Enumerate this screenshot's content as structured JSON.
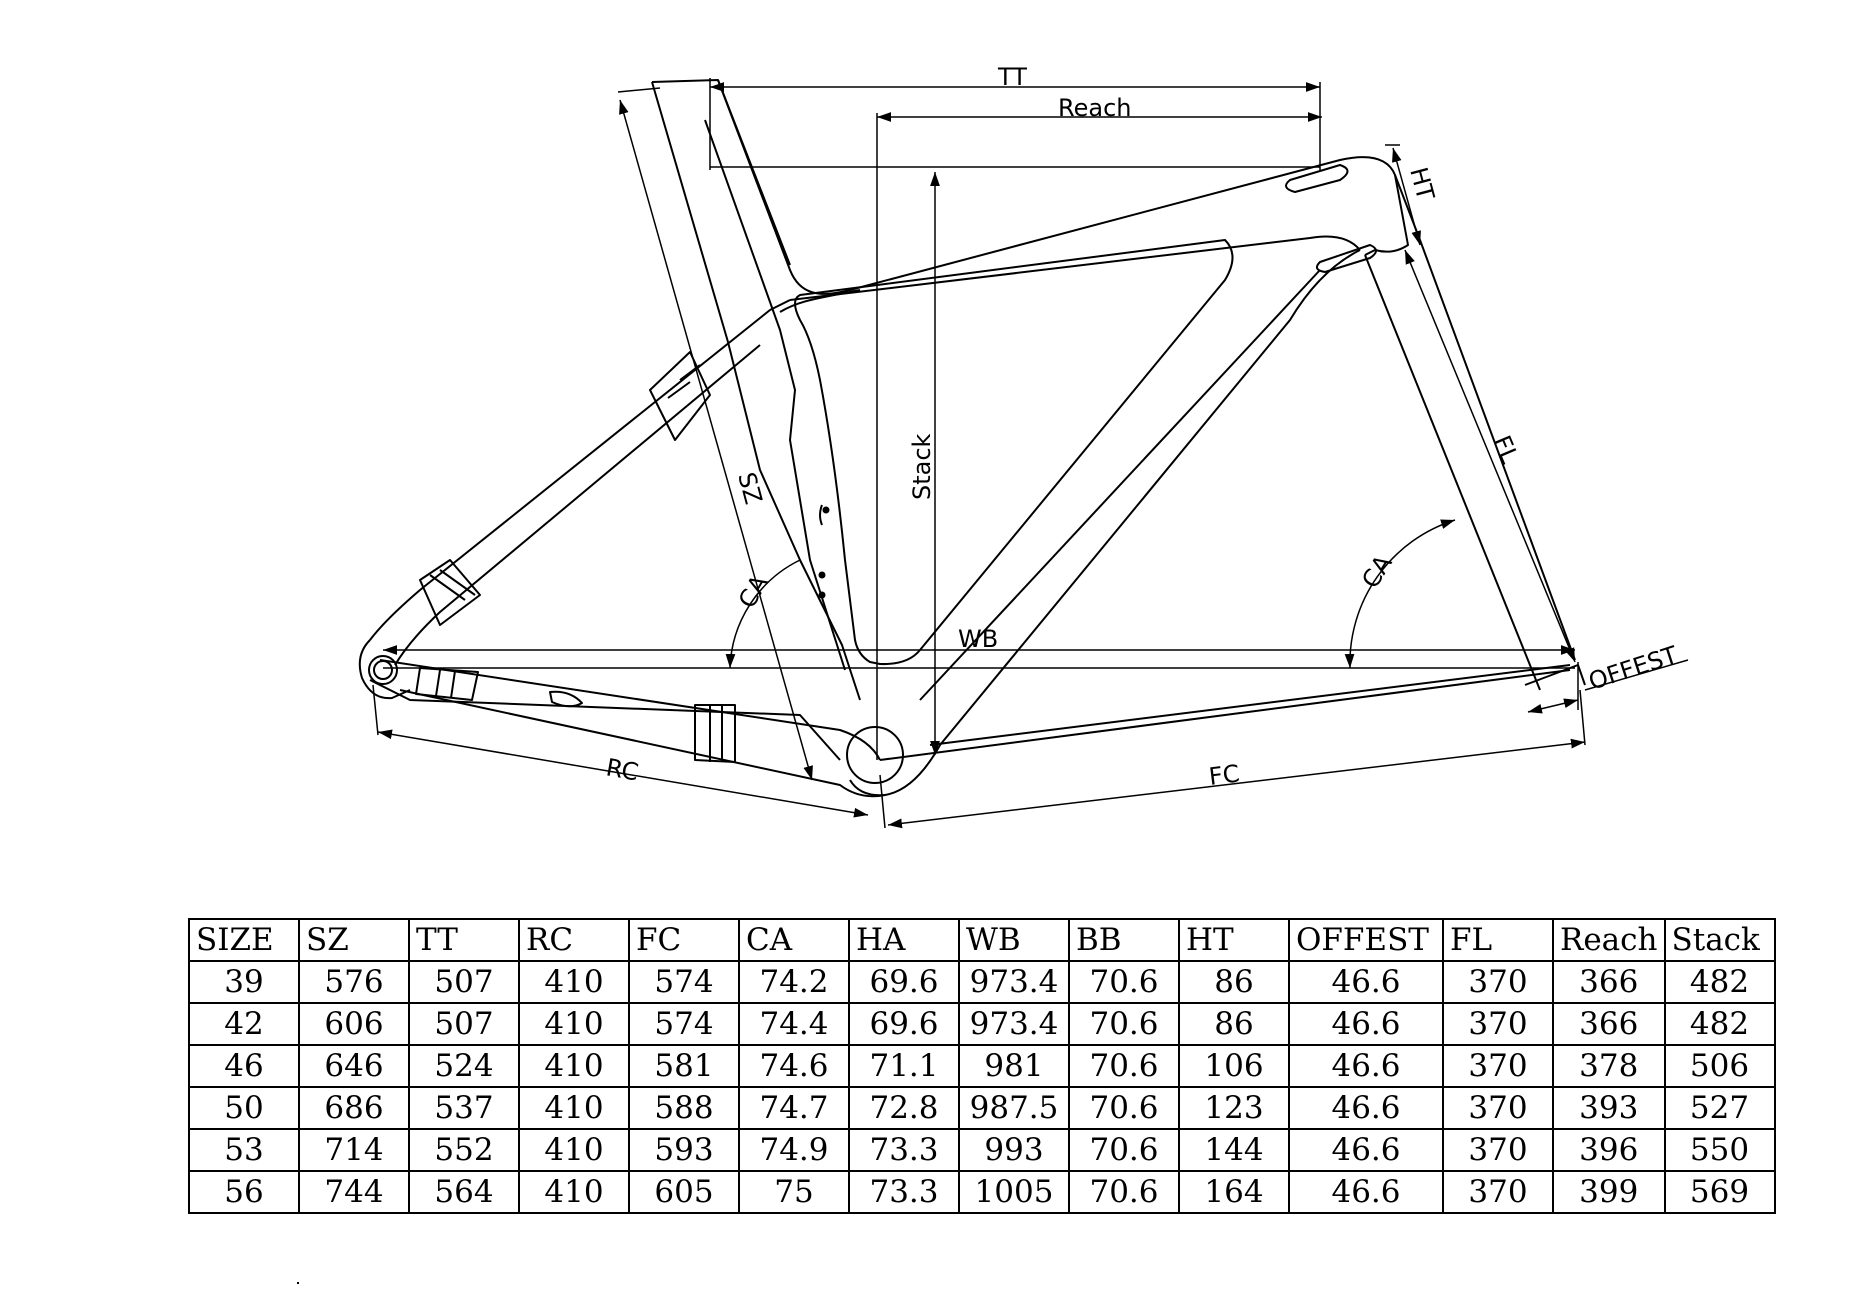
{
  "dimension_labels": {
    "tt": "TT",
    "reach": "Reach",
    "ht": "HT",
    "stack": "Stack",
    "sz": "SZ",
    "ca_rear": "CA",
    "ca_front": "CA",
    "fl": "FL",
    "wb": "WB",
    "offest": "OFFEST",
    "rc": "RC",
    "fc": "FC"
  },
  "geometry_table": {
    "columns": [
      "SIZE",
      "SZ",
      "TT",
      "RC",
      "FC",
      "CA",
      "HA",
      "WB",
      "BB",
      "HT",
      "OFFEST",
      "FL",
      "Reach",
      "Stack"
    ],
    "rows": [
      [
        "39",
        "576",
        "507",
        "410",
        "574",
        "74.2",
        "69.6",
        "973.4",
        "70.6",
        "86",
        "46.6",
        "370",
        "366",
        "482"
      ],
      [
        "42",
        "606",
        "507",
        "410",
        "574",
        "74.4",
        "69.6",
        "973.4",
        "70.6",
        "86",
        "46.6",
        "370",
        "366",
        "482"
      ],
      [
        "46",
        "646",
        "524",
        "410",
        "581",
        "74.6",
        "71.1",
        "981",
        "70.6",
        "106",
        "46.6",
        "370",
        "378",
        "506"
      ],
      [
        "50",
        "686",
        "537",
        "410",
        "588",
        "74.7",
        "72.8",
        "987.5",
        "70.6",
        "123",
        "46.6",
        "370",
        "393",
        "527"
      ],
      [
        "53",
        "714",
        "552",
        "410",
        "593",
        "74.9",
        "73.3",
        "993",
        "70.6",
        "144",
        "46.6",
        "370",
        "396",
        "550"
      ],
      [
        "56",
        "744",
        "564",
        "410",
        "605",
        "75",
        "73.3",
        "1005",
        "70.6",
        "164",
        "46.6",
        "370",
        "399",
        "569"
      ]
    ]
  }
}
